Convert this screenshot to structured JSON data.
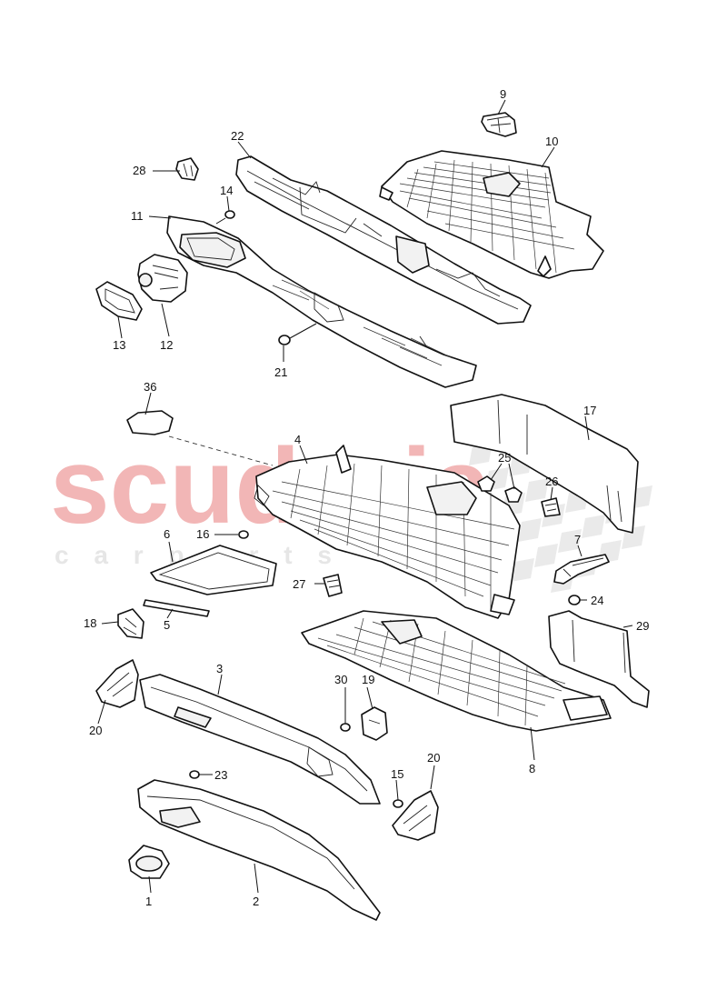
{
  "watermark": {
    "brand": "scuderia",
    "tagline": "c a r   p a r t s",
    "color": "#f2b6b6",
    "tagline_color": "#e6e6e6",
    "checker_color": "#d9d9d9"
  },
  "callouts": {
    "c1": "1",
    "c2": "2",
    "c3": "3",
    "c4": "4",
    "c5": "5",
    "c6": "6",
    "c7": "7",
    "c8": "8",
    "c9": "9",
    "c10": "10",
    "c11": "11",
    "c12": "12",
    "c13": "13",
    "c14": "14",
    "c15": "15",
    "c16": "16",
    "c17": "17",
    "c18": "18",
    "c19": "19",
    "c20a": "20",
    "c20b": "20",
    "c21": "21",
    "c22": "22",
    "c23": "23",
    "c24": "24",
    "c25": "25",
    "c26": "26",
    "c27": "27",
    "c28": "28",
    "c29": "29",
    "c30": "30",
    "c36": "36"
  }
}
